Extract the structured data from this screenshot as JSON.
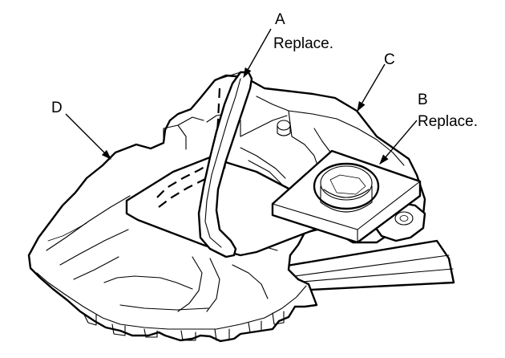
{
  "callouts": {
    "a": {
      "letter": "A",
      "note": "Replace."
    },
    "b": {
      "letter": "B",
      "note": "Replace."
    },
    "c": {
      "letter": "C"
    },
    "d": {
      "letter": "D"
    }
  }
}
